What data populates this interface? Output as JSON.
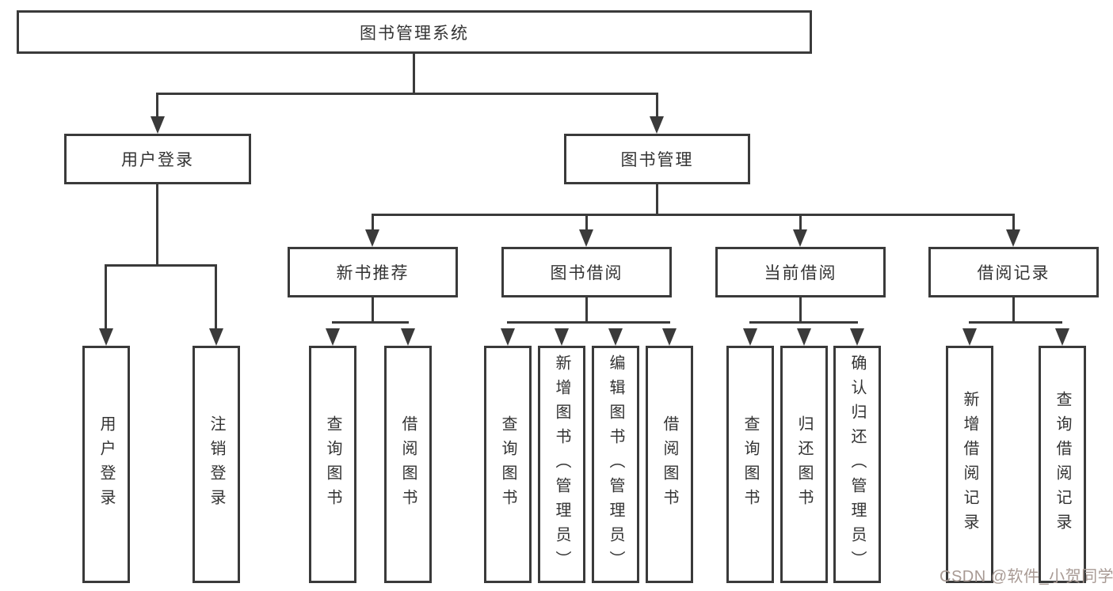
{
  "diagram": {
    "title": "图书管理系统",
    "level2": {
      "user_login": "用户登录",
      "book_mgmt": "图书管理"
    },
    "level3": {
      "new_rec": "新书推荐",
      "book_borrow": "图书借阅",
      "cur_borrow": "当前借阅",
      "borrow_rec": "借阅记录"
    },
    "leaves": {
      "user_login_1": "用户登录",
      "user_login_2": "注销登录",
      "new_rec_1": "查询图书",
      "new_rec_2": "借阅图书",
      "book_borrow_1": "查询图书",
      "book_borrow_2": "新增图书（管理员）",
      "book_borrow_3": "编辑图书（管理员）",
      "book_borrow_4": "借阅图书",
      "cur_borrow_1": "查询图书",
      "cur_borrow_2": "归还图书",
      "cur_borrow_3": "确认归还（管理员）",
      "borrow_rec_1": "新增借阅记录",
      "borrow_rec_2": "查询借阅记录"
    }
  },
  "watermark": {
    "text": "CSDN @软件_小贺同学",
    "color": "#a89a94"
  },
  "colors": {
    "line": "#3a3a3a",
    "text": "#333333",
    "background": "#ffffff"
  }
}
